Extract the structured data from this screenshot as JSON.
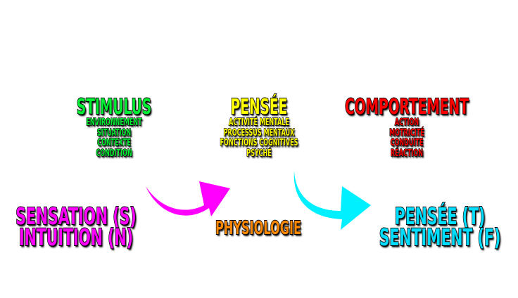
{
  "colors": {
    "stimulus": "#00ee33",
    "pensee": "#ffff00",
    "comportement": "#ff0000",
    "sensation": "#ff00ff",
    "physiologie": "#ff8800",
    "jugement": "#00ddff"
  },
  "stimulus": {
    "title": "STIMULUS",
    "items": [
      "ENVIRONNEMENT",
      "SITUATION",
      "CONTEXTE",
      "CONDITION"
    ]
  },
  "pensee": {
    "title": "PENSÉE",
    "items": [
      "ACTIVITÉ MENTALE",
      "PROCESSUS MENTAUX",
      "FONCTIONS COGNITIVES",
      "PSYCHÉ"
    ]
  },
  "comportement": {
    "title": "COMPORTEMENT",
    "items": [
      "ACTION",
      "MOTRICITÉ",
      "CONDUITE",
      "RÉACTION"
    ]
  },
  "perception": {
    "lines": [
      "SENSATION (S)",
      "INTUITION (N)"
    ]
  },
  "physiologie": {
    "label": "PHYSIOLOGIE"
  },
  "jugement": {
    "lines": [
      "PENSÉE (T)",
      "SENTIMENT (F)"
    ]
  }
}
